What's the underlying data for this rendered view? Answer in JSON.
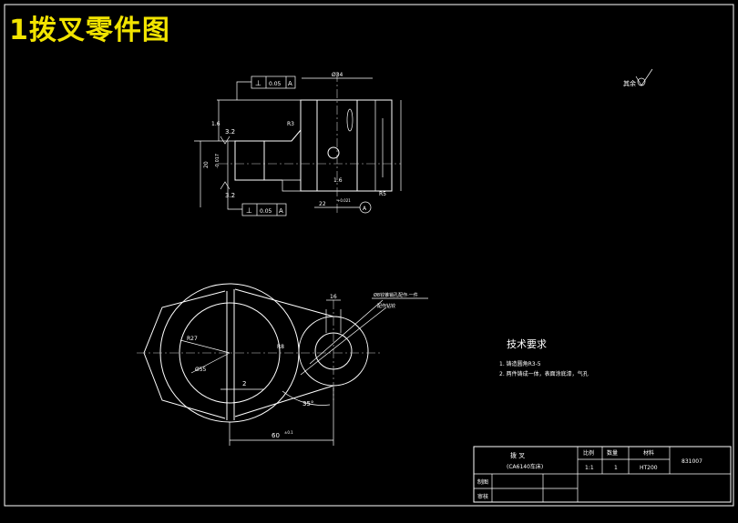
{
  "title": "1拨叉零件图",
  "roughness_note": "其余",
  "top_view": {
    "tol_top": {
      "symbol": "⊥",
      "value": "0.05",
      "datum": "A"
    },
    "tol_bottom": {
      "symbol": "⊥",
      "value": "0.05",
      "datum": "A"
    },
    "dim_top_width": "Ø34",
    "dim_bottom": "22",
    "dim_bottom_tol": "+0.021",
    "datum_label": "A",
    "roughness_a": "3.2",
    "roughness_b": "3.2",
    "roughness_c": "1.6",
    "dim_left_height": "20",
    "dim_left_tol": "-0.017",
    "chamfer_top": "R3",
    "chamfer_bottom": "R5"
  },
  "front_view": {
    "radius_large": "R27",
    "dia_label": "Ø55",
    "dim_small": "2",
    "angle": "35°",
    "bore_label": "Ø8",
    "callout": "Ø8铰锥销孔配作·一件",
    "callout2": "配作钻铰",
    "width_dim": "60",
    "width_tol": "±0.1",
    "slot_dim": "16",
    "r_small": "R8"
  },
  "tech_requirements": {
    "heading": "技术要求",
    "items": [
      "1. 铸造圆角R3-5",
      "2. 两件铸成一体，表面涂底漆，气孔"
    ]
  },
  "title_block": {
    "part_name": "拨 叉",
    "part_sub": "(CA6140车床)",
    "col_scale": "比例",
    "col_qty": "数量",
    "col_material": "材料",
    "scale": "1:1",
    "qty": "1",
    "material": "HT200",
    "drawing_no": "831007",
    "row_draw": "制图",
    "row_check": "审核"
  }
}
